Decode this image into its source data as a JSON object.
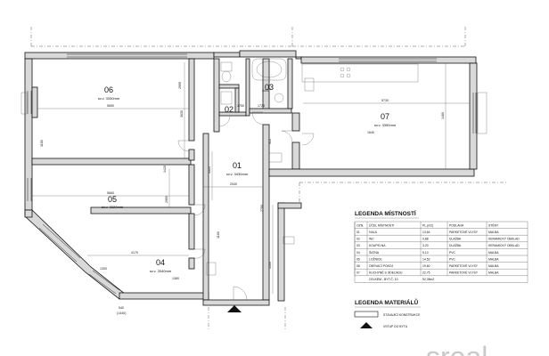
{
  "rooms": [
    {
      "id": "06",
      "height": "sv.v. 3330mm"
    },
    {
      "id": "05",
      "height": "sv.v. 3320mm"
    },
    {
      "id": "04",
      "height": "sv.v. 3340mm"
    },
    {
      "id": "01",
      "height": "sv.v. 3430mm"
    },
    {
      "id": "02",
      "height": ""
    },
    {
      "id": "03",
      "height": ""
    },
    {
      "id": "07",
      "height": "sv.v. 3350mm"
    }
  ],
  "dimensions": {
    "d5650": "5650",
    "d5730": "5730",
    "d5660": "5660",
    "d2540": "2540",
    "d4170": "4170",
    "d2995": "2995",
    "d2950": "2950",
    "d3630": "3630",
    "d1500": "1500",
    "d1480": "1480",
    "d1180": "1180",
    "d1380": "1380",
    "d1300": "1300",
    "d1420": "1420",
    "d540": "540",
    "d1440": "(1440)",
    "d1750": "1750",
    "d1728": "1728",
    "d3400": "3400",
    "d915": "915",
    "d1525": "1525",
    "d1160": "1160",
    "d2700": "2700",
    "d1640": "1640"
  },
  "legend_rooms": {
    "title": "LEGENDA MÍSTNOSTÍ",
    "headers": [
      "OZN.",
      "ÚČEL MÍSTNOSTI",
      "PL.(m2)",
      "PODLAHA",
      "STĚNY"
    ],
    "rows": [
      [
        "01",
        "HALA",
        "13,64",
        "PARKETOVÉ VLYSY",
        "MALBA"
      ],
      [
        "02",
        "WC",
        "0,88",
        "DLAŽBA",
        "KERAMICKÝ OBKLAD"
      ],
      [
        "03",
        "KOUPELNA",
        "3,20",
        "DLAŽBA",
        "KERAMICKÝ OBKLAD"
      ],
      [
        "04",
        "ŠATNA",
        "5,10",
        "PVC",
        "MALBA"
      ],
      [
        "05",
        "LOŽNICE",
        "14,52",
        "PVC",
        "MALBA"
      ],
      [
        "06",
        "OBÝVACÍ POKOJ",
        "19,60",
        "PARKETOVÉ VLYSY",
        "MALBA"
      ],
      [
        "07",
        "KUCHYNĚ S JÍDELNOU",
        "22,75",
        "PARKETOVÉ VLYSY",
        "MALBA"
      ]
    ],
    "total_label": "CELKEM - BYT Č. 10",
    "total_value": "92,39m2"
  },
  "legend_materials": {
    "title": "LEGENDA MATERIÁLŮ",
    "items": [
      "STÁVAJÍCÍ KONSTRUKCE",
      "VSTUP DO BYTU"
    ]
  },
  "watermark": "sreal"
}
